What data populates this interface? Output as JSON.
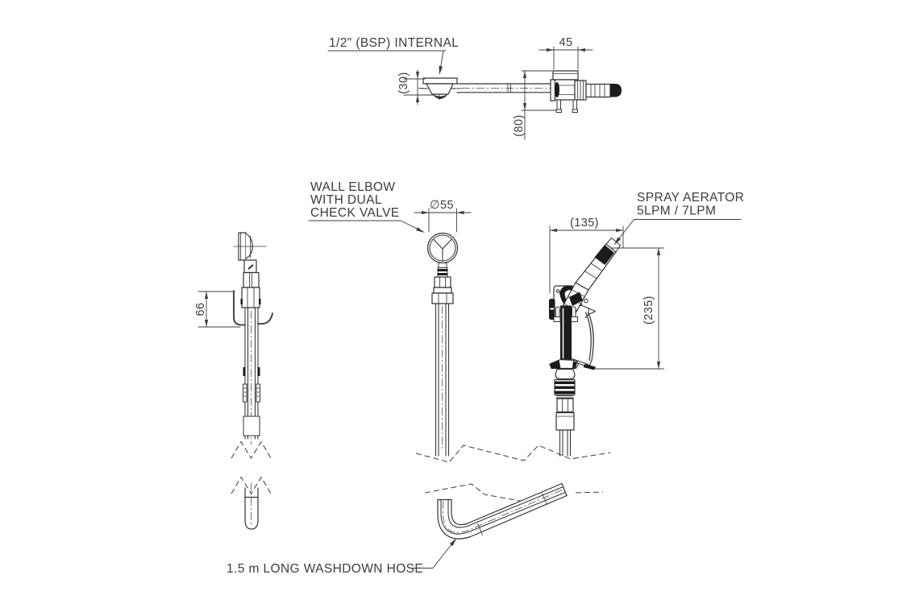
{
  "document": {
    "type": "technical-drawing",
    "background": "#ffffff",
    "line_color": "#333333"
  },
  "labels": {
    "bsp_internal": "1/2\" (BSP) INTERNAL",
    "wall_elbow_1": "WALL ELBOW",
    "wall_elbow_2": "WITH DUAL",
    "wall_elbow_3": "CHECK VALVE",
    "spray_aerator_1": "SPRAY AERATOR",
    "spray_aerator_2": "5LPM / 7LPM",
    "washdown_hose": "1.5 m LONG WASHDOWN HOSE"
  },
  "dimensions": {
    "bracket_width": "45",
    "flange_depth": "(30)",
    "holster_depth": "(80)",
    "elbow_diameter": "∅55",
    "hook_height": "66",
    "gun_width": "(135)",
    "gun_height": "(235)"
  }
}
